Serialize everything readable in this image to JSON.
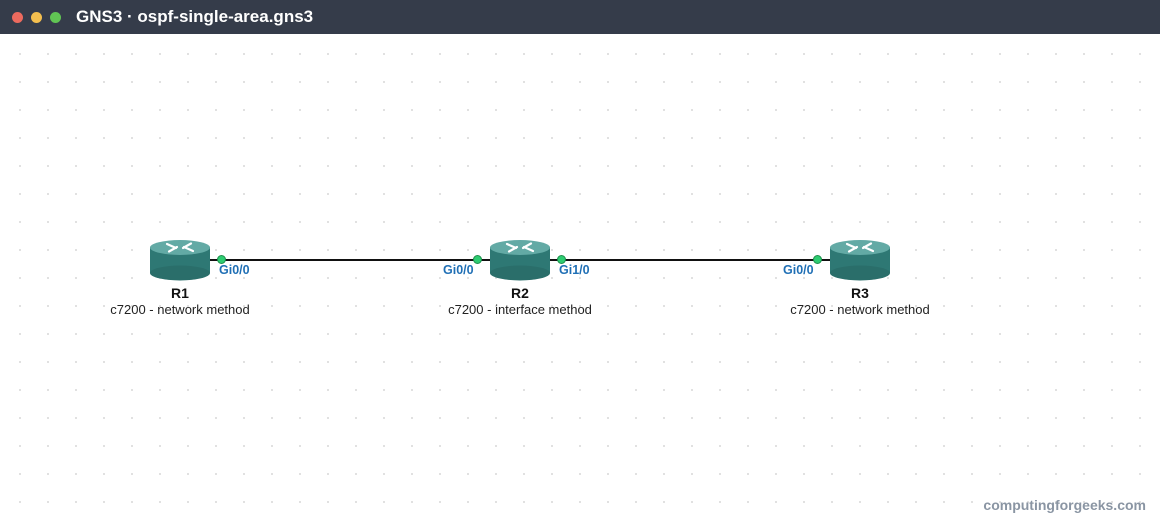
{
  "window": {
    "title": "GNS3 · ospf-single-area.gns3",
    "traffic_lights": {
      "close": "#ec6a5e",
      "minimize": "#f4bf4f",
      "zoom": "#61c554"
    }
  },
  "colors": {
    "router_body": "#3f8f8a",
    "port_up": "#2ecc71",
    "port_label": "#1f6fb5",
    "link": "#111111"
  },
  "nodes": [
    {
      "name": "R1",
      "description": "c7200 - network method",
      "icon": "router-icon"
    },
    {
      "name": "R2",
      "description": "c7200 - interface method",
      "icon": "router-icon"
    },
    {
      "name": "R3",
      "description": "c7200 - network method",
      "icon": "router-icon"
    }
  ],
  "links": [
    {
      "from": "R1",
      "from_port": "Gi0/0",
      "to": "R2",
      "to_port": "Gi0/0"
    },
    {
      "from": "R2",
      "from_port": "Gi1/0",
      "to": "R3",
      "to_port": "Gi0/0"
    }
  ],
  "watermark": "computingforgeeks.com"
}
